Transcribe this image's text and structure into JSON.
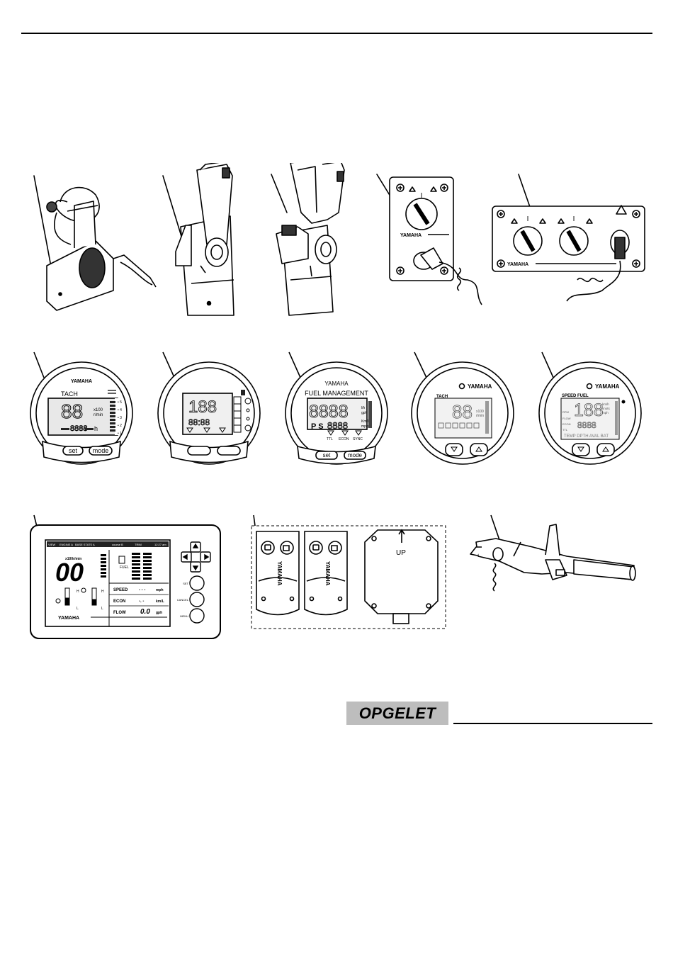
{
  "brand": "YAMAHA",
  "gauges": {
    "tach": {
      "brand": "YAMAHA",
      "title": "TACH",
      "digits": "88",
      "unit": "x100\nr/min",
      "hours": "8888",
      "hours_unit": "h",
      "scale": [
        "5",
        "4",
        "3",
        "2",
        "1"
      ],
      "buttons": [
        "set",
        "mode"
      ]
    },
    "fuel_flow": {
      "digits": "188",
      "sub": "88:88"
    },
    "fuel_mgmt": {
      "brand": "YAMAHA",
      "title": "FUEL MANAGEMENT",
      "digits": "8888",
      "units": [
        "l/h",
        "gph",
        "Km/l",
        "mpg"
      ],
      "prefix": "P S",
      "sub": "8888",
      "labels": [
        "TTL",
        "ECON",
        "SYNC"
      ],
      "buttons": [
        "set",
        "mode"
      ]
    },
    "tach_round": {
      "brand": "YAMAHA",
      "title": "TACH",
      "digits": "88",
      "unit": "x100\nr/min"
    },
    "speed_round": {
      "brand": "YAMAHA",
      "title": "SPEED FUEL",
      "digits": "188",
      "units": [
        "km/h",
        "knots",
        "mph"
      ],
      "sub": "8888",
      "bottom": "TEMP DPTH AVAL BAT",
      "side": [
        "RPM",
        "FLOW",
        "ECON",
        "TTL"
      ]
    }
  },
  "display6y8": {
    "header": [
      "VIEW",
      "ENGINE A",
      "BASE STATS A",
      "course B",
      "TRIM",
      "12:27 am"
    ],
    "rpm_unit": "x100r/min",
    "digits": "00",
    "fuel_label": "FUEL",
    "rows": [
      {
        "label": "SPEED",
        "value": "- - -",
        "unit": "mph"
      },
      {
        "label": "ECON",
        "value": "-. -",
        "unit": "km/L"
      },
      {
        "label": "FLOW",
        "value": "0.0",
        "unit": "gph"
      }
    ],
    "hl": [
      "H",
      "L",
      "H",
      "L"
    ],
    "buttons": [
      "SET",
      "CANCEL",
      "MENU"
    ]
  },
  "remote": {
    "up_label": "UP",
    "fob_brand": "YAMAHA"
  },
  "caution_label": "OPGELET"
}
